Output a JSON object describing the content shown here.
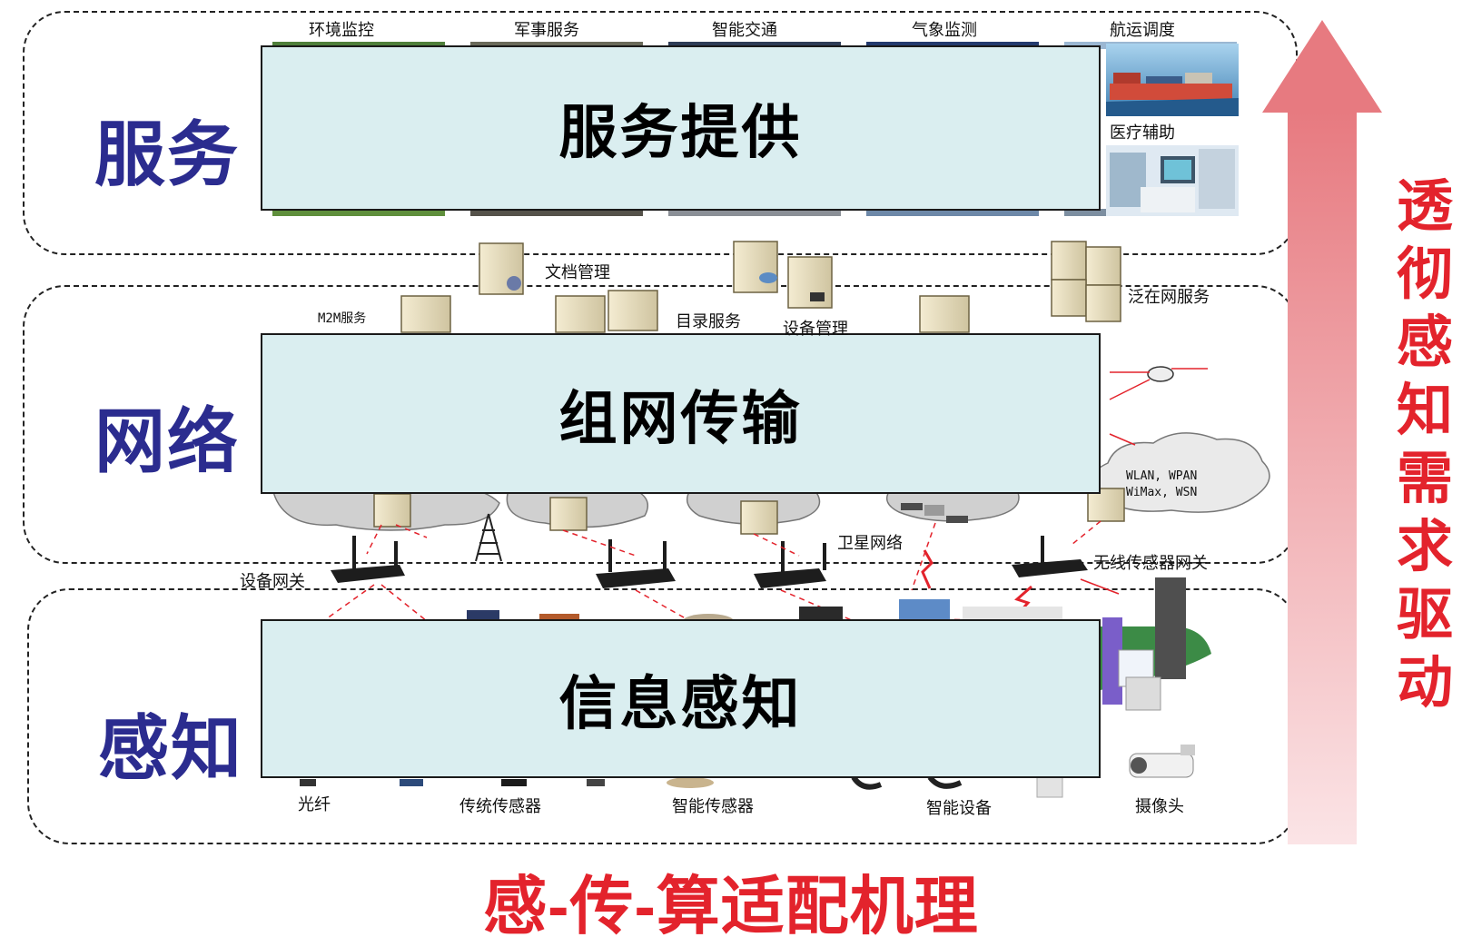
{
  "layers": {
    "service": {
      "label": "服务",
      "box": "服务提供"
    },
    "network": {
      "label": "网络",
      "box": "组网传输"
    },
    "sensing": {
      "label": "感知",
      "box": "信息感知"
    }
  },
  "service_apps": [
    "环境监控",
    "军事服务",
    "智能交通",
    "气象监测",
    "航运调度",
    "医疗辅助"
  ],
  "network_items": {
    "doc_mgmt": "文档管理",
    "m2m": "M2M服务",
    "directory": "目录服务",
    "device_mgmt": "设备管理",
    "ubiquitous": "泛在网服务",
    "wireless_label": "WLAN, WPAN\nWiMax, WSN",
    "satellite": "卫星网络",
    "device_gateway": "设备网关",
    "wsn_gateway": "无线传感器网关"
  },
  "sensing_items": [
    "光纤",
    "传统传感器",
    "智能传感器",
    "智能设备",
    "摄像头"
  ],
  "side_text": "透彻感知需求驱动",
  "bottom_title": "感-传-算适配机理",
  "colors": {
    "layer_label": "#2b2c8f",
    "box_fill": "#daeef0",
    "accent_red": "#e3232c",
    "arrow_top": "#e77a80",
    "arrow_bottom": "#fbe4e6"
  }
}
